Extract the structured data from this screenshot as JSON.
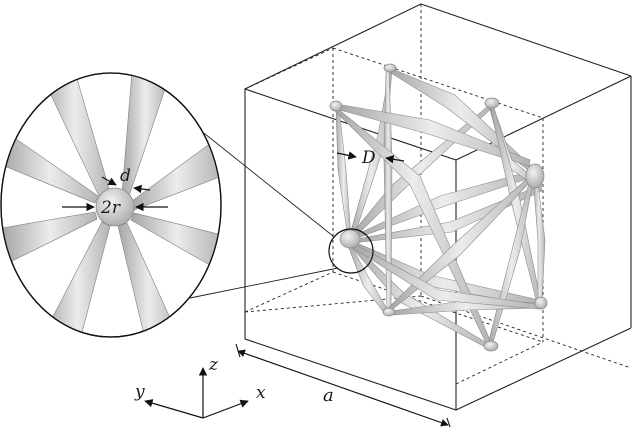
{
  "labels": {
    "strut_diameter": "D",
    "node_gap": "d",
    "node_diameter": "2r",
    "cell_size": "a",
    "axis_x": "x",
    "axis_y": "y",
    "axis_z": "z"
  },
  "colors": {
    "frame": "#222222",
    "strut_light": "#e6e6e6",
    "strut_mid": "#c9c9c9",
    "strut_dark": "#9a9a9a",
    "node": "#d4d4d4"
  }
}
